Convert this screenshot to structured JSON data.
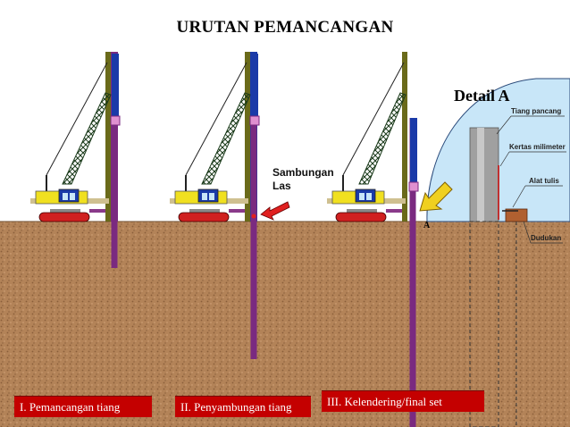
{
  "title": "URUTAN PEMANCANGAN",
  "detail": {
    "title": "Detail A",
    "labels": {
      "pile": "Tiang pancang",
      "paper": "Kertas milimeter",
      "pen": "Alat tulis",
      "stand": "Dudukan"
    }
  },
  "weld_label_line1": "Sambungan",
  "weld_label_line2": "Las",
  "marker_a": "A",
  "stages": [
    "I. Pemancangan  tiang",
    "II. Penyambungan  tiang",
    "III. Kelendering/final set"
  ],
  "colors": {
    "soil": "#b08058",
    "pile": "#7a2a80",
    "leader": "#6a6a1a",
    "hammer": "#1a3aa8",
    "crane_body": "#f0e020",
    "label_bg": "#c40000",
    "detail_bubble": "#c8e6f8"
  }
}
